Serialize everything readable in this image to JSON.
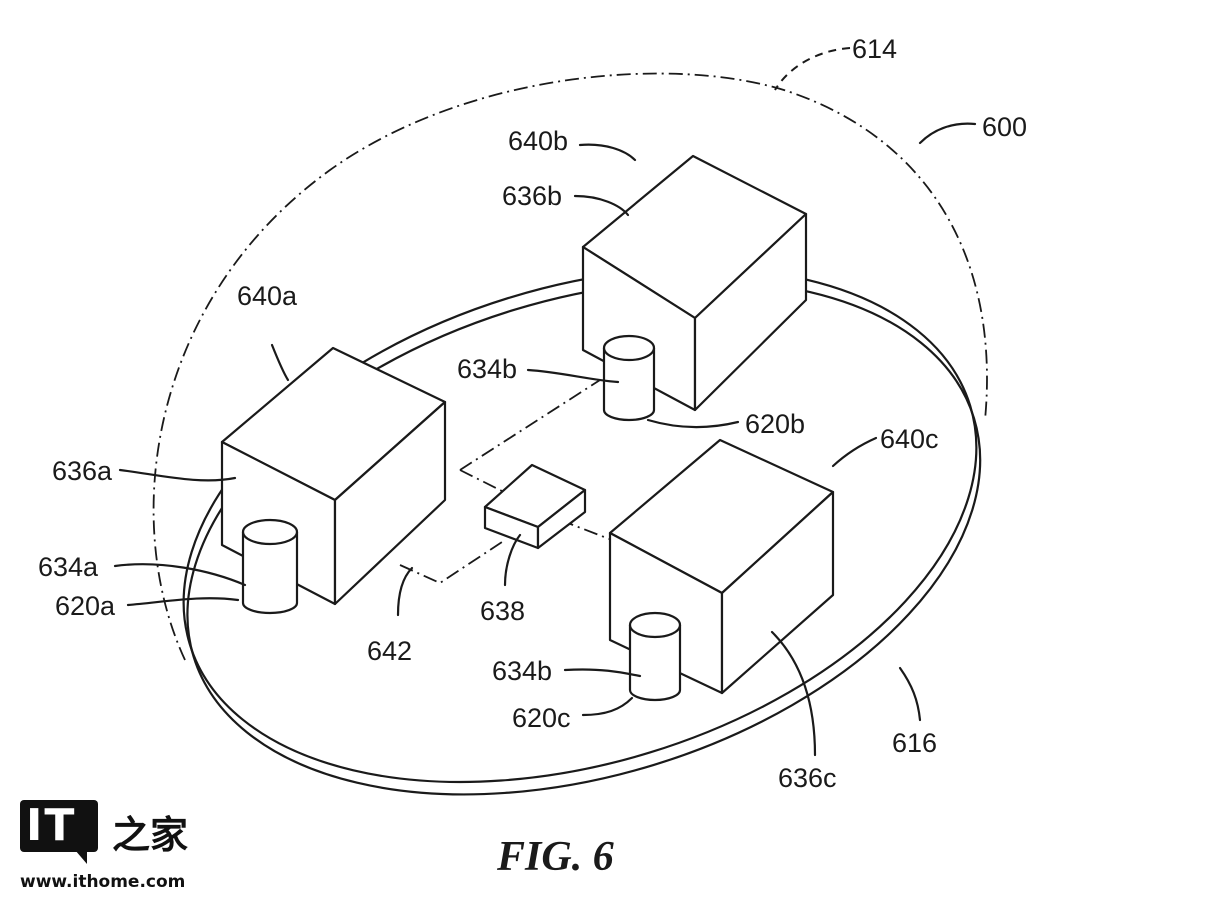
{
  "figure": {
    "caption": "FIG. 6",
    "labels": {
      "l614": "614",
      "l600": "600",
      "l640b": "640b",
      "l636b": "636b",
      "l640a": "640a",
      "l634b_top": "634b",
      "l620b": "620b",
      "l640c": "640c",
      "l636a": "636a",
      "l634a": "634a",
      "l620a": "620a",
      "l642": "642",
      "l638": "638",
      "l634b_bottom": "634b",
      "l620c": "620c",
      "l616": "616",
      "l636c": "636c"
    }
  },
  "watermark": {
    "logo_text": "IT",
    "logo_cn": "之家",
    "url": "www.ithome.com"
  }
}
